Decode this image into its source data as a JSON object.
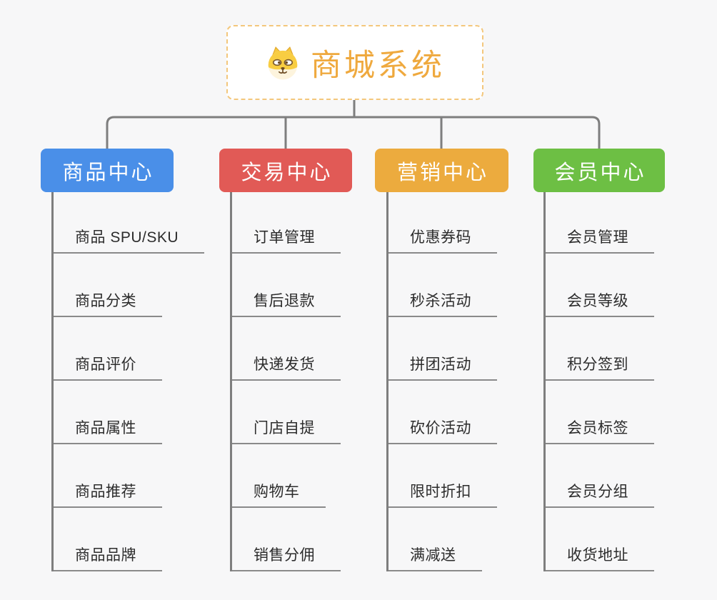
{
  "root": {
    "title": "商城系统",
    "icon": "dog-face-icon",
    "accent_color": "#EFA93E",
    "border_color": "#F3C77C",
    "background_color": "#FFFFFF"
  },
  "branches": [
    {
      "label": "商品中心",
      "color": "#4A8FE8",
      "items": [
        "商品 SPU/SKU",
        "商品分类",
        "商品评价",
        "商品属性",
        "商品推荐",
        "商品品牌"
      ]
    },
    {
      "label": "交易中心",
      "color": "#E15A56",
      "items": [
        "订单管理",
        "售后退款",
        "快递发货",
        "门店自提",
        "购物车",
        "销售分佣"
      ]
    },
    {
      "label": "营销中心",
      "color": "#ECAB3E",
      "items": [
        "优惠券码",
        "秒杀活动",
        "拼团活动",
        "砍价活动",
        "限时折扣",
        "满减送"
      ]
    },
    {
      "label": "会员中心",
      "color": "#6DBF44",
      "items": [
        "会员管理",
        "会员等级",
        "积分签到",
        "会员标签",
        "会员分组",
        "收货地址"
      ]
    }
  ],
  "style": {
    "page_background": "#F7F7F8",
    "connector_color": "#7E7E7E",
    "item_underline_color": "#8A8A8A",
    "item_text_color": "#2C2C2C"
  }
}
